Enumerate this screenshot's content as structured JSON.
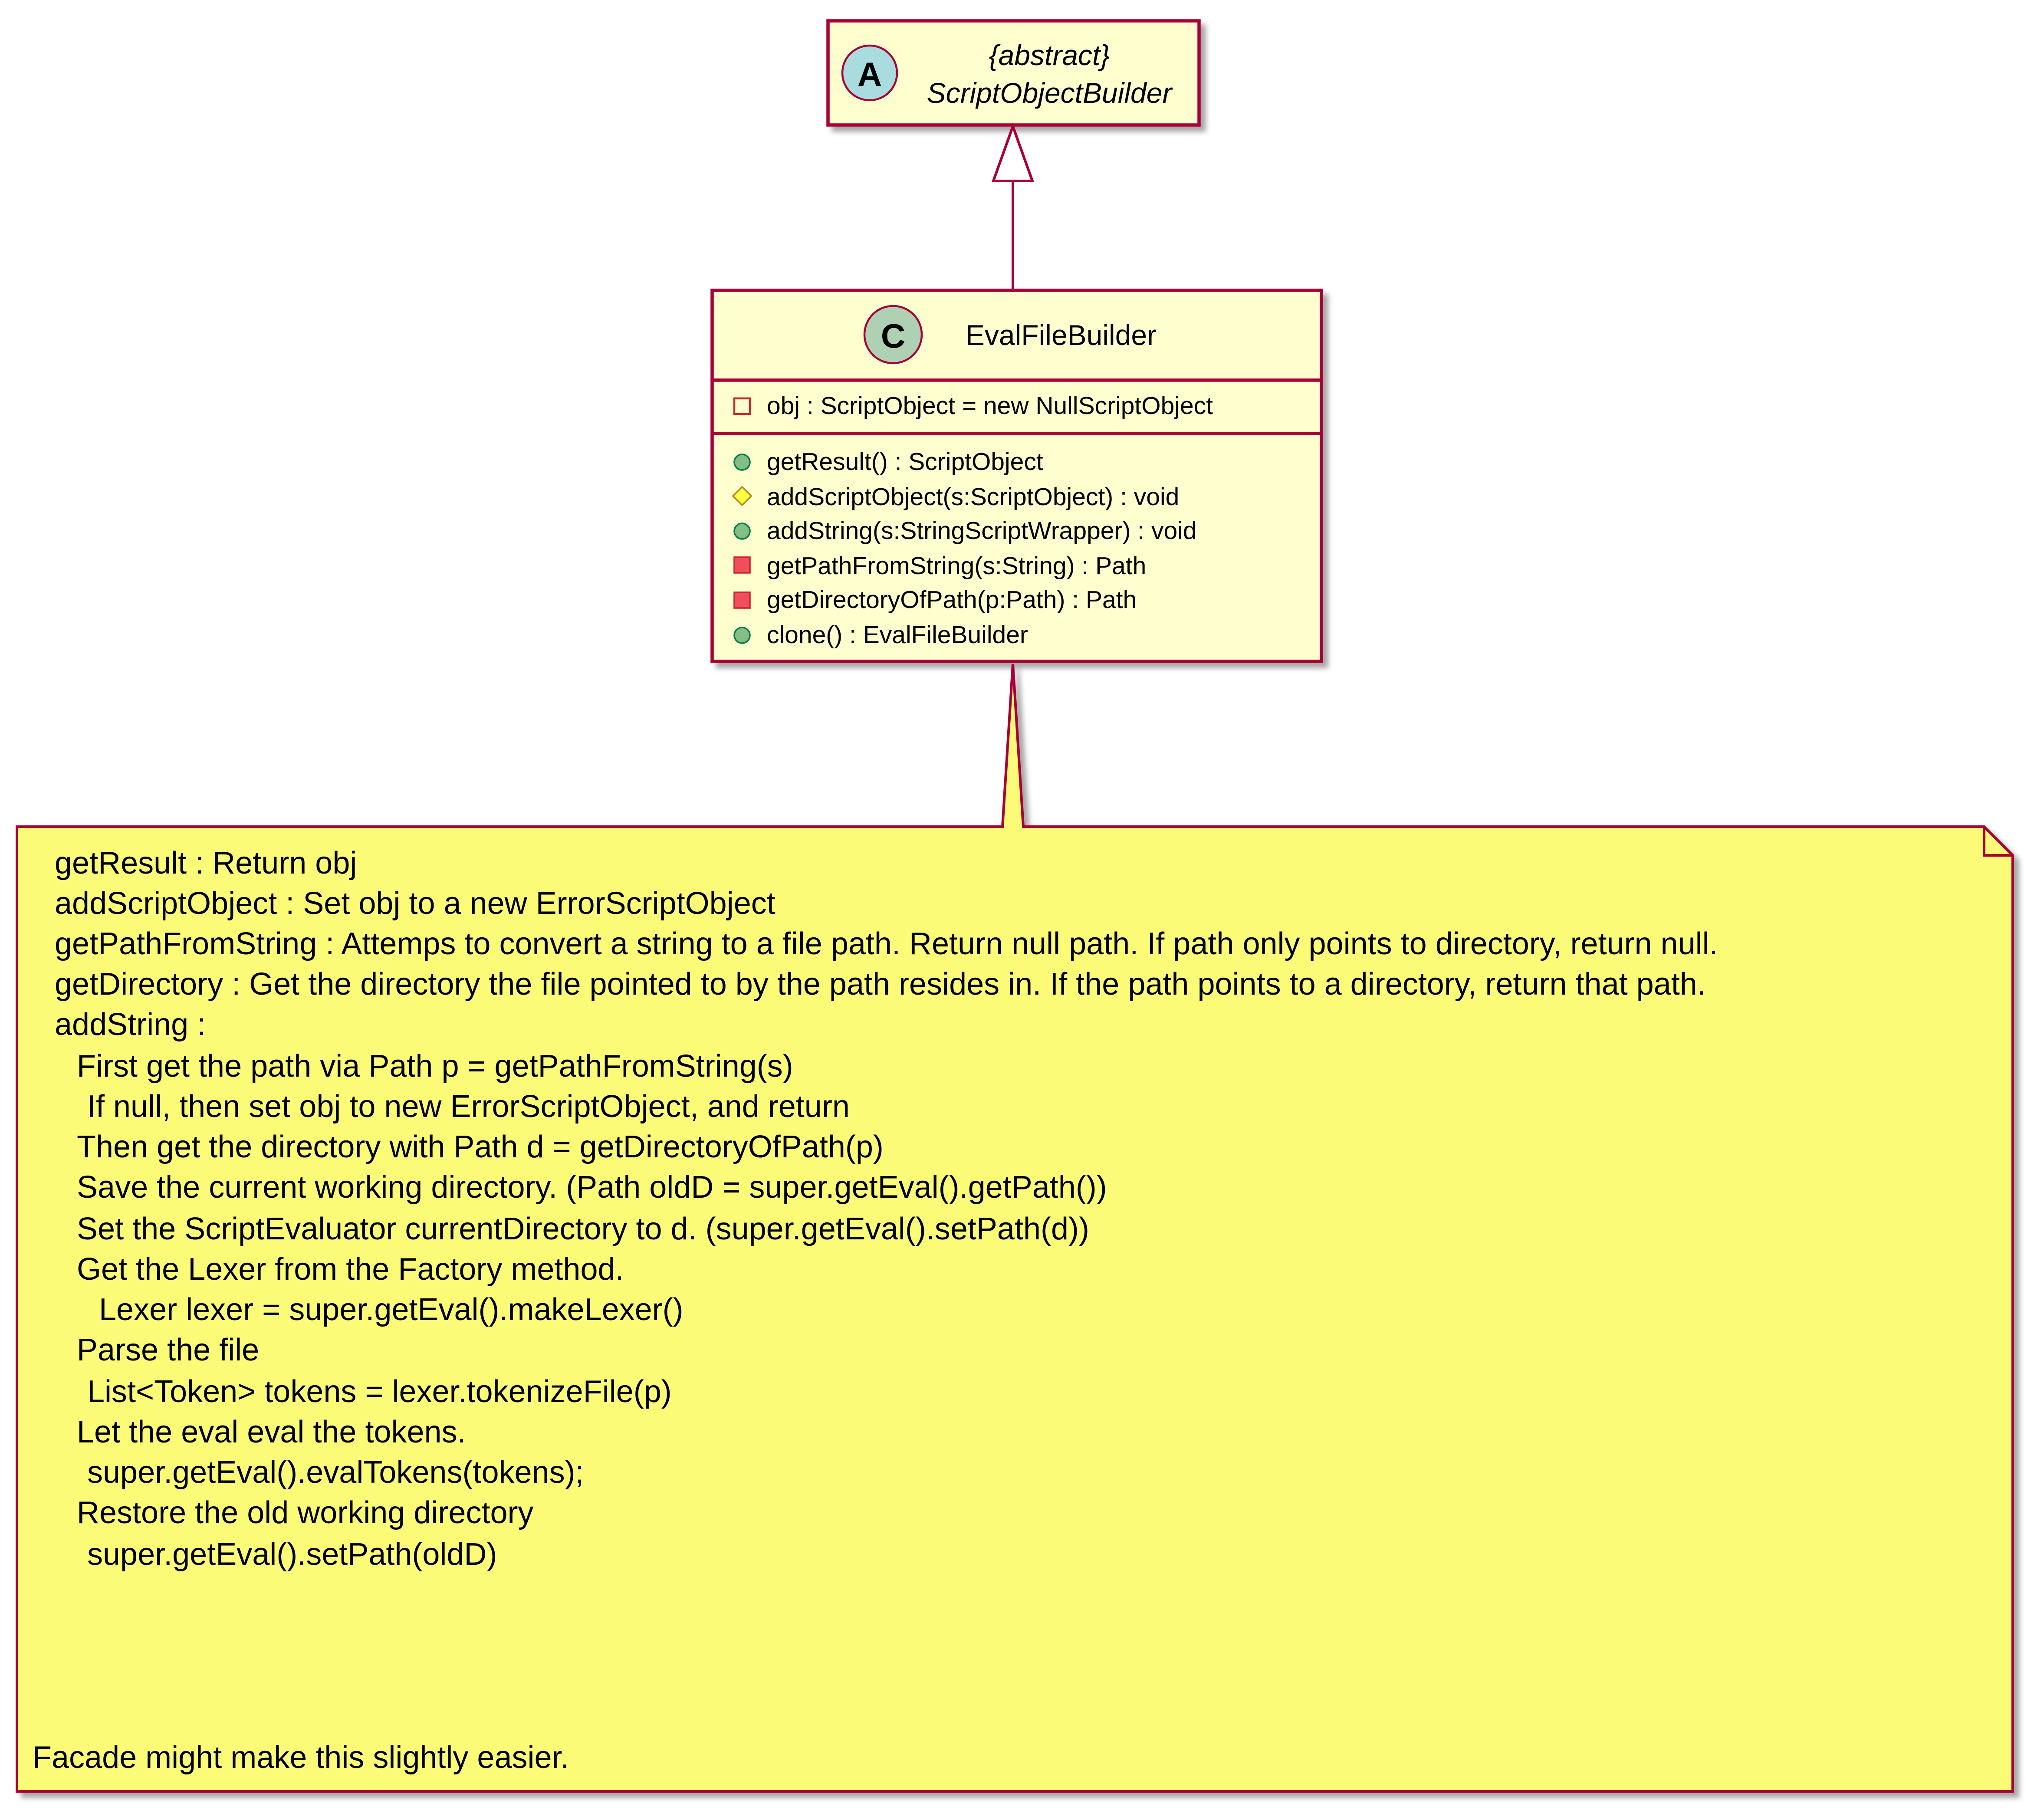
{
  "abstract_class": {
    "badge": "A",
    "stereotype": "{abstract}",
    "name": "ScriptObjectBuilder"
  },
  "class": {
    "badge": "C",
    "name": "EvalFileBuilder",
    "fields": [
      {
        "visibility": "private",
        "text": "obj : ScriptObject = new  NullScriptObject"
      }
    ],
    "methods": [
      {
        "visibility": "public",
        "text": "getResult() : ScriptObject"
      },
      {
        "visibility": "protected",
        "text": "addScriptObject(s:ScriptObject) : void"
      },
      {
        "visibility": "public",
        "text": "addString(s:StringScriptWrapper) : void"
      },
      {
        "visibility": "private",
        "text": "getPathFromString(s:String) : Path"
      },
      {
        "visibility": "private",
        "text": "getDirectoryOfPath(p:Path) : Path"
      },
      {
        "visibility": "public",
        "text": "clone() : EvalFileBuilder"
      }
    ]
  },
  "note": {
    "lines": [
      "getResult : Return obj",
      "addScriptObject : Set obj to a new ErrorScriptObject",
      "getPathFromString : Attemps to convert a string to a file path. Return null path. If path only points to directory, return null.",
      "getDirectory : Get the directory the file pointed to by the path resides in. If the path points to a directory, return that path.",
      "addString :",
      "First get the path via Path p = getPathFromString(s)",
      "If null, then set obj to new ErrorScriptObject, and return",
      "Then get the directory with Path d = getDirectoryOfPath(p)",
      "Save the current working directory. (Path oldD = super.getEval().getPath())",
      "Set the ScriptEvaluator currentDirectory to d. (super.getEval().setPath(d))",
      "Get the Lexer from the Factory method.",
      "Lexer lexer = super.getEval().makeLexer()",
      "Parse the file",
      "List<Token> tokens = lexer.tokenizeFile(p)",
      "Let the eval eval the tokens.",
      "super.getEval().evalTokens(tokens);",
      "Restore the old working directory",
      "super.getEval().setPath(oldD)",
      "Facade might make this slightly easier."
    ]
  },
  "colors": {
    "border": "#A80036",
    "class_fill": "#FEFECE",
    "note_fill": "#FBFB77",
    "abstract_badge": "#A9DCDF",
    "class_badge": "#ADD1B2",
    "public_icon": "#84BE84",
    "protected_icon": "#FFFF44",
    "private_icon": "#F24D5C"
  }
}
